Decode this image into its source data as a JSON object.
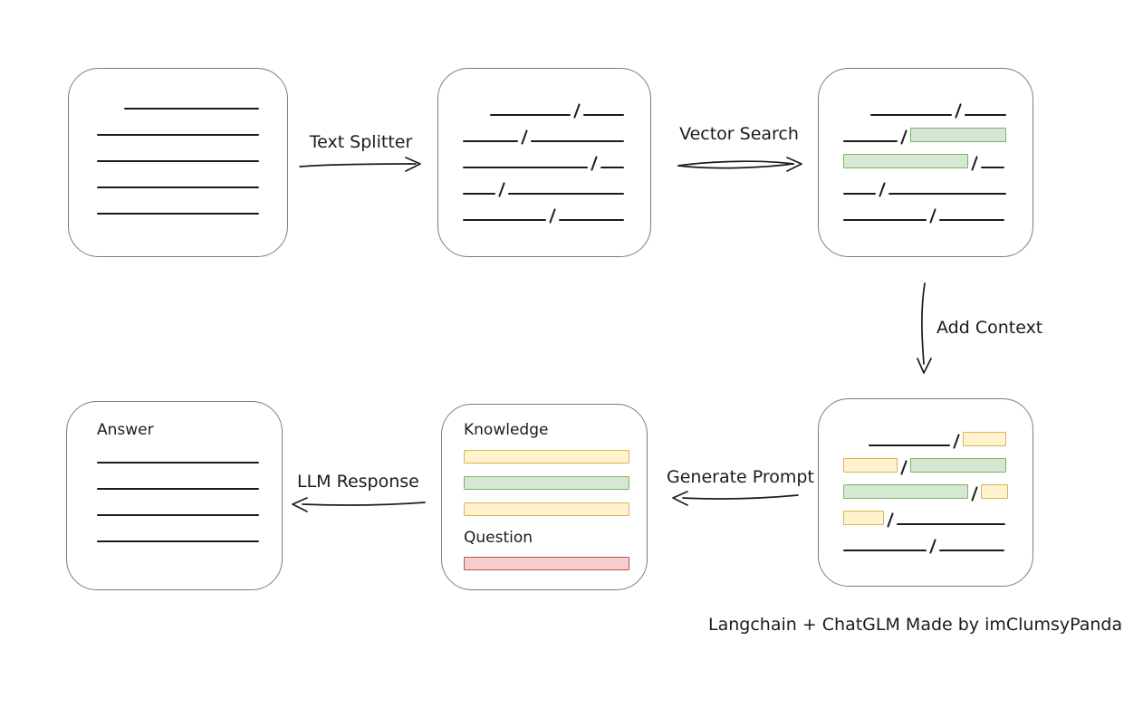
{
  "caption": "Langchain + ChatGLM Made by imClumsyPanda",
  "labels": {
    "text_splitter": "Text Splitter",
    "vector_search": "Vector Search",
    "add_context": "Add Context",
    "generate_prompt": "Generate Prompt",
    "llm_response": "LLM Response"
  },
  "colors": {
    "box_border": "#7d7d7d",
    "ink": "#1b1b1b",
    "green_fill": "#d5e8d4",
    "green_stroke": "#82b366",
    "yellow_fill": "#fff2cc",
    "yellow_stroke": "#d6b656",
    "red_fill": "#f8cecc",
    "red_stroke": "#b85450"
  },
  "boxes": {
    "source_document": {
      "lines": [
        {
          "indent": 30,
          "w": 149
        },
        {
          "w": 179
        },
        {
          "w": 179
        },
        {
          "w": 179
        },
        {
          "w": 179
        }
      ]
    },
    "split_chunks": {
      "rows": [
        [
          {
            "t": "gap",
            "w": 30
          },
          {
            "t": "line",
            "w": 90
          },
          {
            "t": "slash"
          },
          {
            "t": "line",
            "w": 46
          }
        ],
        [
          {
            "t": "line",
            "w": 62
          },
          {
            "t": "slash"
          },
          {
            "t": "line",
            "w": 104
          }
        ],
        [
          {
            "t": "line",
            "w": 140
          },
          {
            "t": "slash"
          },
          {
            "t": "line",
            "w": 26
          }
        ],
        [
          {
            "t": "line",
            "w": 36
          },
          {
            "t": "slash"
          },
          {
            "t": "line",
            "w": 130
          }
        ],
        [
          {
            "t": "line",
            "w": 92
          },
          {
            "t": "slash"
          },
          {
            "t": "line",
            "w": 72
          }
        ]
      ]
    },
    "search_result_chunks": {
      "rows": [
        [
          {
            "t": "gap",
            "w": 30
          },
          {
            "t": "line",
            "w": 90
          },
          {
            "t": "slash"
          },
          {
            "t": "line",
            "w": 46
          }
        ],
        [
          {
            "t": "line",
            "w": 62
          },
          {
            "t": "slash"
          },
          {
            "t": "chip",
            "c": "green",
            "w": 106
          }
        ],
        [
          {
            "t": "chip",
            "c": "green",
            "w": 138
          },
          {
            "t": "slash"
          },
          {
            "t": "line",
            "w": 26
          }
        ],
        [
          {
            "t": "line",
            "w": 36
          },
          {
            "t": "slash"
          },
          {
            "t": "line",
            "w": 130
          }
        ],
        [
          {
            "t": "line",
            "w": 92
          },
          {
            "t": "slash"
          },
          {
            "t": "line",
            "w": 72
          }
        ]
      ]
    },
    "context_chunks": {
      "rows": [
        [
          {
            "t": "gap",
            "w": 28
          },
          {
            "t": "line",
            "w": 92
          },
          {
            "t": "slash"
          },
          {
            "t": "chip",
            "c": "yellow",
            "w": 48
          }
        ],
        [
          {
            "t": "chip",
            "c": "yellow",
            "w": 60
          },
          {
            "t": "slash"
          },
          {
            "t": "chip",
            "c": "green",
            "w": 106
          }
        ],
        [
          {
            "t": "chip",
            "c": "green",
            "w": 138
          },
          {
            "t": "slash"
          },
          {
            "t": "chip",
            "c": "yellow",
            "w": 30
          }
        ],
        [
          {
            "t": "chip",
            "c": "yellow",
            "w": 45
          },
          {
            "t": "slash"
          },
          {
            "t": "line",
            "w": 120
          }
        ],
        [
          {
            "t": "line",
            "w": 92
          },
          {
            "t": "slash"
          },
          {
            "t": "line",
            "w": 72
          }
        ]
      ]
    },
    "prompt": {
      "knowledge_label": "Knowledge",
      "question_label": "Question",
      "knowledge_bars": [
        {
          "c": "yellow"
        },
        {
          "c": "green"
        },
        {
          "c": "yellow"
        }
      ],
      "question_bars": [
        {
          "c": "red"
        }
      ]
    },
    "answer": {
      "label": "Answer",
      "lines": [
        {
          "w": 179
        },
        {
          "w": 179
        },
        {
          "w": 179
        },
        {
          "w": 179
        }
      ]
    }
  }
}
